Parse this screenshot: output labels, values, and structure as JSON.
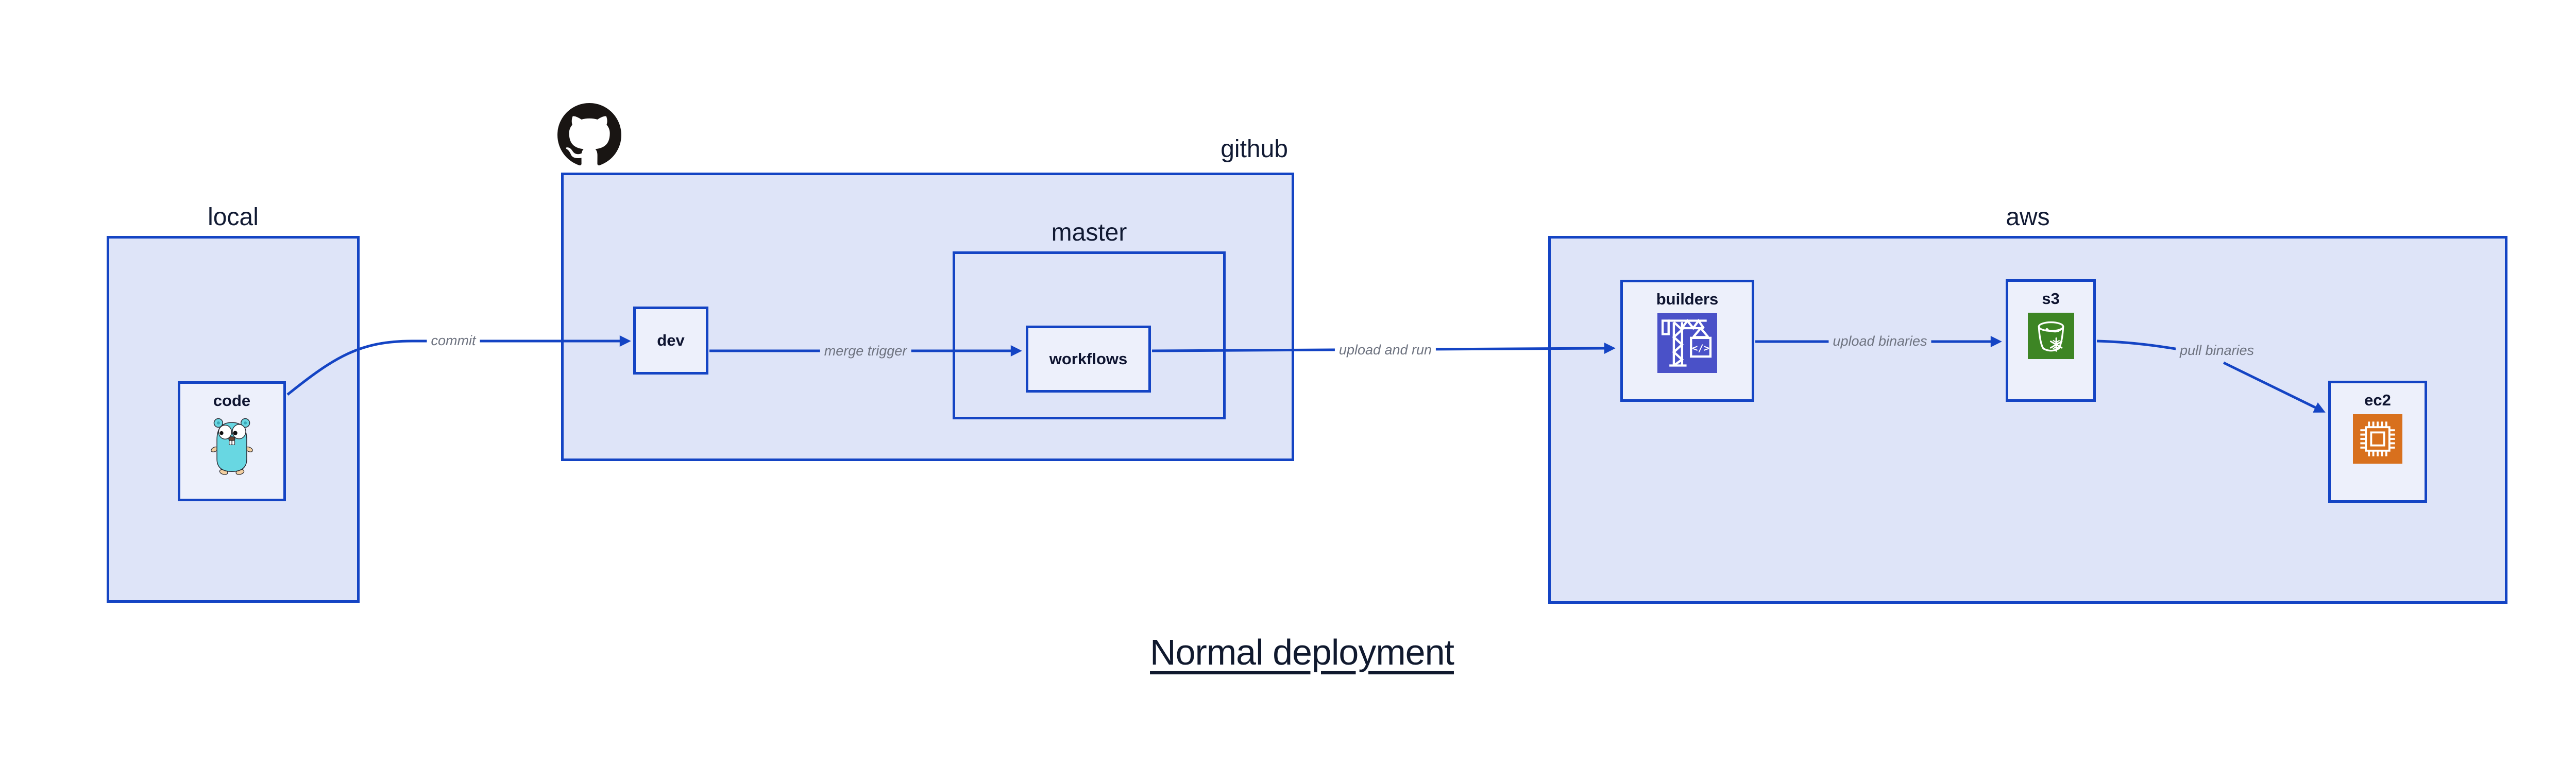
{
  "diagram_title": "Normal deployment",
  "groups": {
    "local": {
      "label": "local"
    },
    "github": {
      "label": "github"
    },
    "master": {
      "label": "master"
    },
    "aws": {
      "label": "aws"
    }
  },
  "nodes": {
    "code": {
      "label": "code",
      "icon": "go-gopher"
    },
    "dev": {
      "label": "dev"
    },
    "workflows": {
      "label": "workflows"
    },
    "builders": {
      "label": "builders",
      "icon": "aws-codebuild-crane",
      "icon_glyph": "</>"
    },
    "s3": {
      "label": "s3",
      "icon": "aws-s3-glacier-bucket"
    },
    "ec2": {
      "label": "ec2",
      "icon": "aws-ec2-chip"
    }
  },
  "edges": [
    {
      "from": "code",
      "to": "dev",
      "label": "commit"
    },
    {
      "from": "dev",
      "to": "workflows",
      "label": "merge trigger"
    },
    {
      "from": "workflows",
      "to": "builders",
      "label": "upload and run"
    },
    {
      "from": "builders",
      "to": "s3",
      "label": "upload binaries"
    },
    {
      "from": "s3",
      "to": "ec2",
      "label": "pull binaries"
    }
  ],
  "logo": {
    "name": "github-octocat-logo"
  },
  "colors": {
    "accent_blue": "#1444c4",
    "group_fill": "#dee4f8",
    "node_fill": "#edf0fb",
    "edge_label_gray": "#6e7380",
    "heading_navy": "#111a33",
    "codebuild_bg": "#4a51c8",
    "s3_bg": "#3d8524",
    "ec2_bg": "#d8701d",
    "gopher_teal": "#68d7e2",
    "github_black": "#191513"
  }
}
